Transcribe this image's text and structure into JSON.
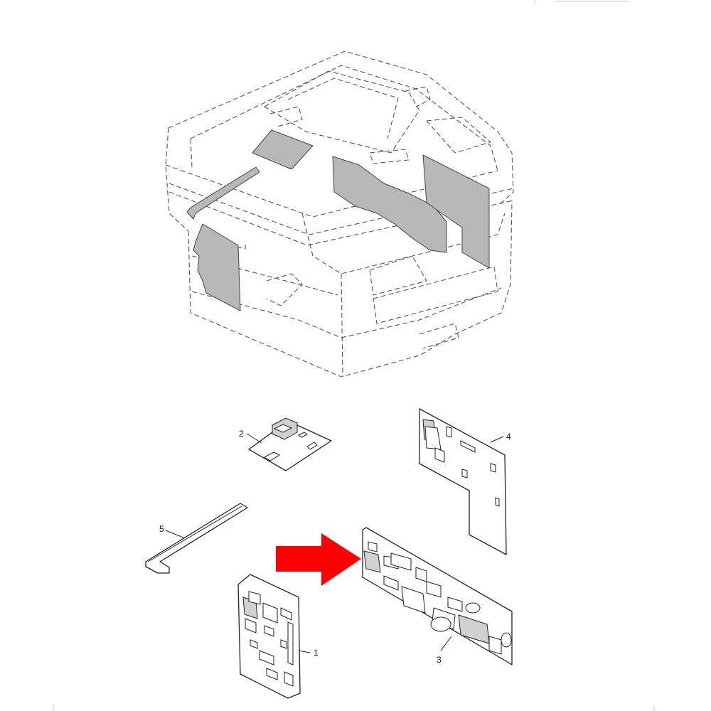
{
  "parts": [
    {
      "id": "part-1",
      "label": "1"
    },
    {
      "id": "part-2",
      "label": "2"
    },
    {
      "id": "part-3",
      "label": "3"
    },
    {
      "id": "part-4",
      "label": "4"
    },
    {
      "id": "part-5",
      "label": "5"
    }
  ],
  "arrow_color": "#ff0000",
  "highlight_part": "3"
}
